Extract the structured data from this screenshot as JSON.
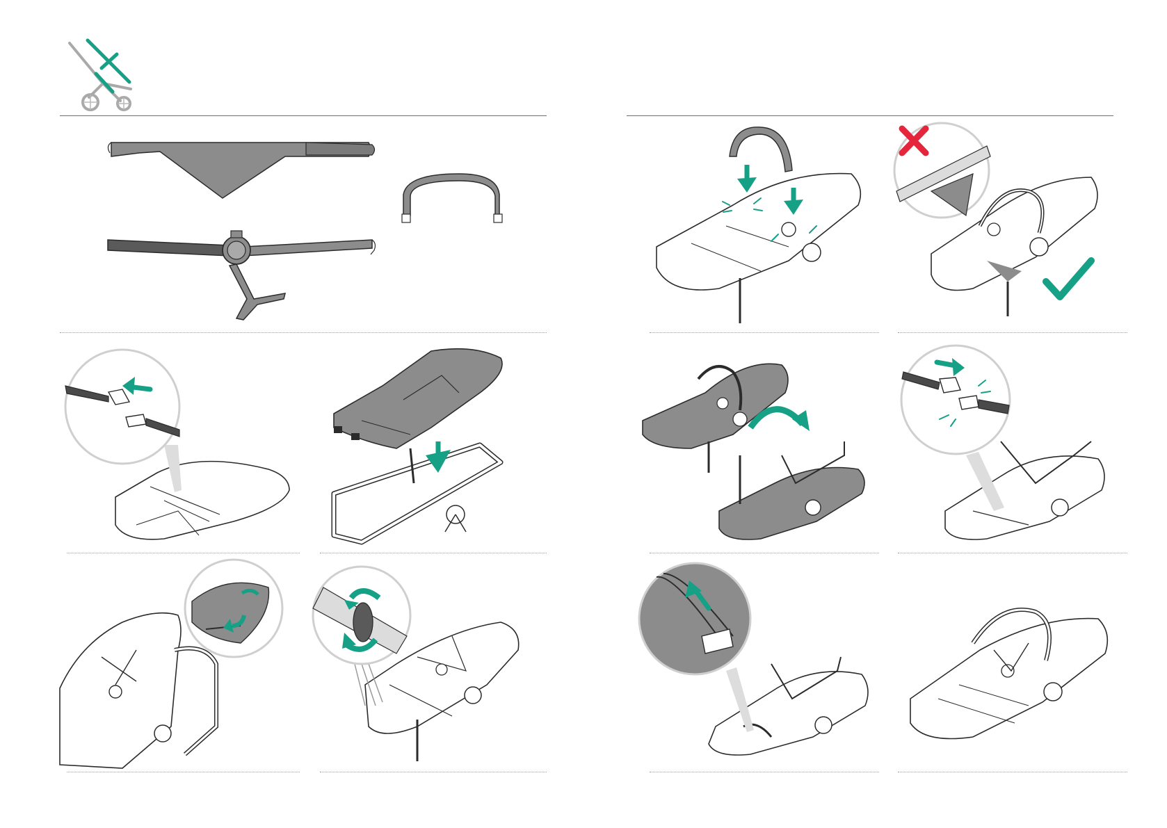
{
  "document": {
    "type": "assembly-instructions-spread",
    "pages": 2
  },
  "colors": {
    "accent": "#16a085",
    "fabric": "#8c8c8c",
    "fabric_dark": "#6f6f6f",
    "outline": "#2b2b2b",
    "zoom_ring": "#cfcfcf",
    "error": "#e5253c",
    "rule": "#6e6e6e"
  },
  "icons": {
    "header": "stroller-seat-icon",
    "confirm": "check-icon",
    "reject": "cross-icon",
    "direction": "arrow-icon",
    "rotate": "rotate-arrow-icon",
    "click": "click-sound-icon"
  },
  "left_page": {
    "steps": [
      {
        "id": "parts",
        "illustration": "seat-fabric-frame-bumper-parts"
      },
      {
        "id": "buckle-release",
        "illustration": "release-harness-buckle"
      },
      {
        "id": "seat-on-frame",
        "illustration": "place-seat-fabric-onto-frame"
      },
      {
        "id": "zip-attach",
        "illustration": "close-zip-around-frame"
      },
      {
        "id": "wrap-strap",
        "illustration": "wrap-fabric-around-tube"
      }
    ]
  },
  "right_page": {
    "steps": [
      {
        "id": "bumper-click",
        "illustration": "click-bumper-bar-in"
      },
      {
        "id": "bumper-over-fabric",
        "illustration": "bumper-bar-wrong-vs-right"
      },
      {
        "id": "flip-seat",
        "illustration": "turn-seat-over"
      },
      {
        "id": "buckle-close",
        "illustration": "fasten-harness-buckle"
      },
      {
        "id": "pull-strap",
        "illustration": "pull-strap-tight"
      },
      {
        "id": "finished",
        "illustration": "assembled-seat"
      }
    ]
  }
}
